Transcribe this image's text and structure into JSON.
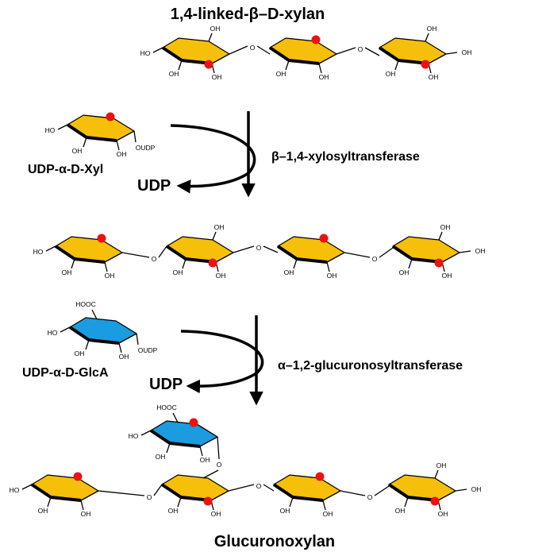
{
  "top_title": "1,4-linked-β–D-xylan",
  "bottom_title": "Glucuronoxylan",
  "step1": {
    "donor": "UDP-α-D-Xyl",
    "leaving_group": "UDP",
    "enzyme": "β–1,4-xylosyltransferase"
  },
  "step2": {
    "donor": "UDP-α-D-GlcA",
    "leaving_group": "UDP",
    "enzyme": "α–1,2-glucuronosyltransferase"
  },
  "atoms": {
    "oh": "OH",
    "ho": "HO",
    "o": "O",
    "oudp": "OUDP",
    "hooc": "HOOC"
  },
  "colors": {
    "xylose_ring": "#f6bf0a",
    "glca_ring": "#1b9be0",
    "reducing_marker": "#ee1111",
    "outline": "#000000"
  }
}
